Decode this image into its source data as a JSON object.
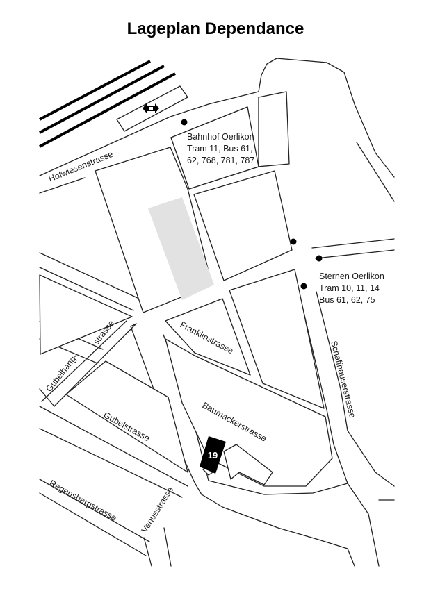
{
  "title": "Lageplan Dependance",
  "colors": {
    "ink": "#000000",
    "highlight": "#e2e2e2",
    "building": "#000000",
    "background": "#ffffff"
  },
  "icons": {
    "railway": "sbb-railway-icon"
  },
  "streets": {
    "hofwiesen": "Hofwiesenstrasse",
    "franklin": "Franklinstrasse",
    "schaffhauser": "Schaffhauserstrasse",
    "gubelhang_a": "Gubelhang-",
    "gubelhang_b": "strasse",
    "gubel": "Gubelstrasse",
    "baumacker": "Baumackerstrasse",
    "regensberg": "Regensbergstrasse",
    "venus": "Venusstrasse"
  },
  "stops": {
    "bahnhof": {
      "name": "Bahnhof Oerlikon",
      "line1": "Tram 11, Bus 61,",
      "line2": "62, 768, 781, 787"
    },
    "sternen": {
      "name": "Sternen Oerlikon",
      "line1": "Tram 10, 11, 14",
      "line2": "Bus 61, 62, 75"
    }
  },
  "building": {
    "number": "19"
  }
}
